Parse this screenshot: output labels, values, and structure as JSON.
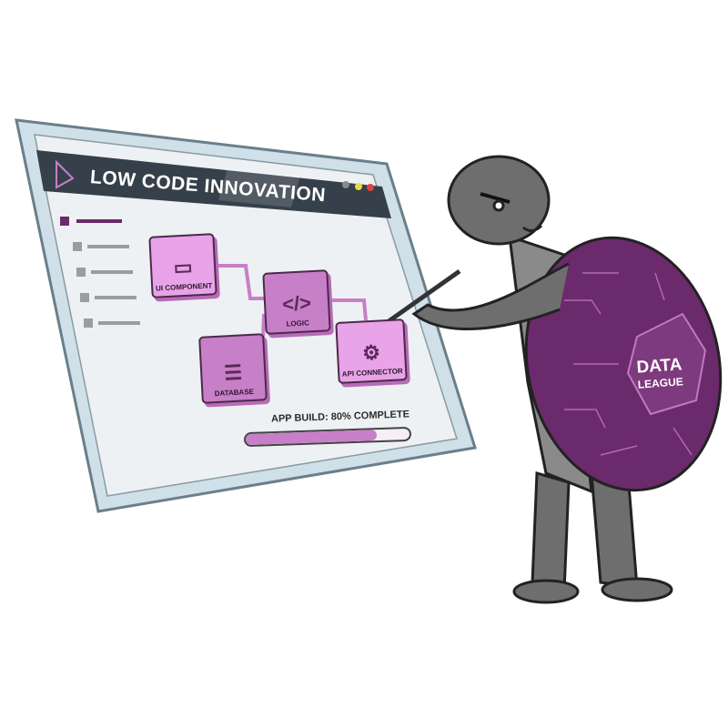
{
  "screen": {
    "title": "LOW CODE INNOVATION",
    "window_controls": [
      "minimize",
      "maximize",
      "close"
    ],
    "nodes": [
      {
        "label": "UI COMPONENT",
        "icon": "window-icon"
      },
      {
        "label": "LOGIC",
        "icon": "code-icon"
      },
      {
        "label": "DATABASE",
        "icon": "database-icon"
      },
      {
        "label": "API CONNECTOR",
        "icon": "gear-icon"
      }
    ],
    "progress": {
      "label": "APP BUILD: 80% COMPLETE",
      "percent": 80
    }
  },
  "mascot": {
    "shell_text_1": "DATA",
    "shell_text_2": "LEAGUE"
  },
  "colors": {
    "accent": "#c77fc7",
    "shell": "#6b2a6b",
    "titlebar": "#36404a",
    "turtle": "#6e6e6e"
  }
}
